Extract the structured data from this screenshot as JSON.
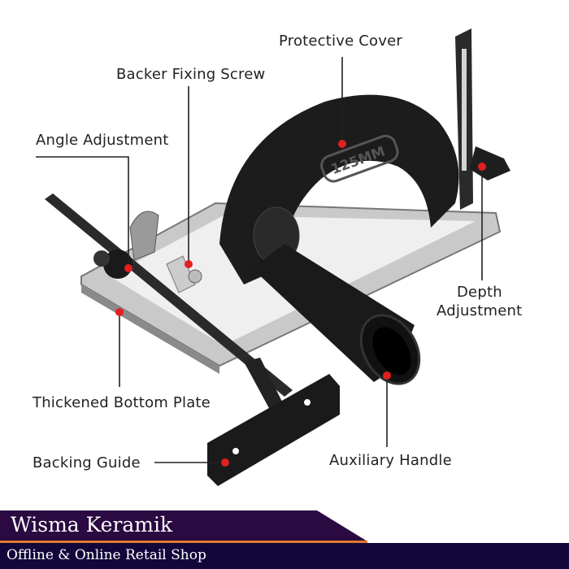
{
  "labels": {
    "protective_cover": "Protective Cover",
    "backer_fixing_screw": "Backer Fixing Screw",
    "angle_adjustment": "Angle Adjustment",
    "depth_adjustment_line1": "Depth",
    "depth_adjustment_line2": "Adjustment",
    "thickened_bottom_plate": "Thickened Bottom Plate",
    "backing_guide": "Backing Guide",
    "auxiliary_handle": "Auxiliary Handle"
  },
  "guard_marking": "125MM",
  "banner": {
    "brand": "Wisma Keramik",
    "tagline": "Offline & Online Retail Shop"
  },
  "colors": {
    "marker": "#e02020",
    "banner_top": "#2a0a40",
    "banner_bottom": "#12063a",
    "accent_line": "#e07a2a"
  }
}
